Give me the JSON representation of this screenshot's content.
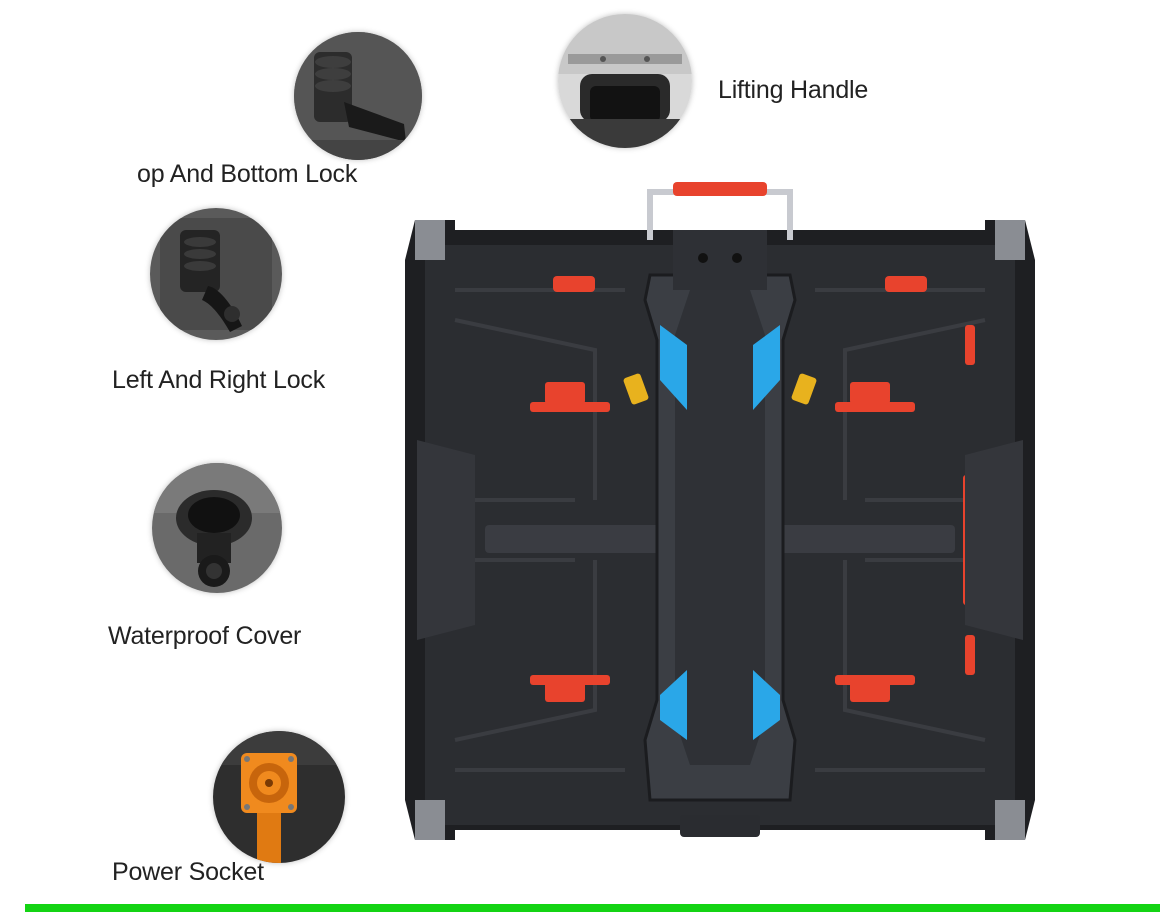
{
  "features": [
    {
      "id": "lifting-handle",
      "label": "Lifting Handle"
    },
    {
      "id": "top-bottom-lock",
      "label": "op And Bottom Lock"
    },
    {
      "id": "left-right-lock",
      "label": "Left And Right Lock"
    },
    {
      "id": "waterproof-cover",
      "label": "Waterproof Cover"
    },
    {
      "id": "power-socket",
      "label": "Power Socket"
    }
  ],
  "colors": {
    "background": "#ffffff",
    "panel_body": "#2b2d31",
    "panel_frame": "#1e1f22",
    "accent_red": "#e8432d",
    "accent_blue": "#2aa7e8",
    "connector_orange": "#f08a1e",
    "bottom_rule": "#14d414"
  }
}
